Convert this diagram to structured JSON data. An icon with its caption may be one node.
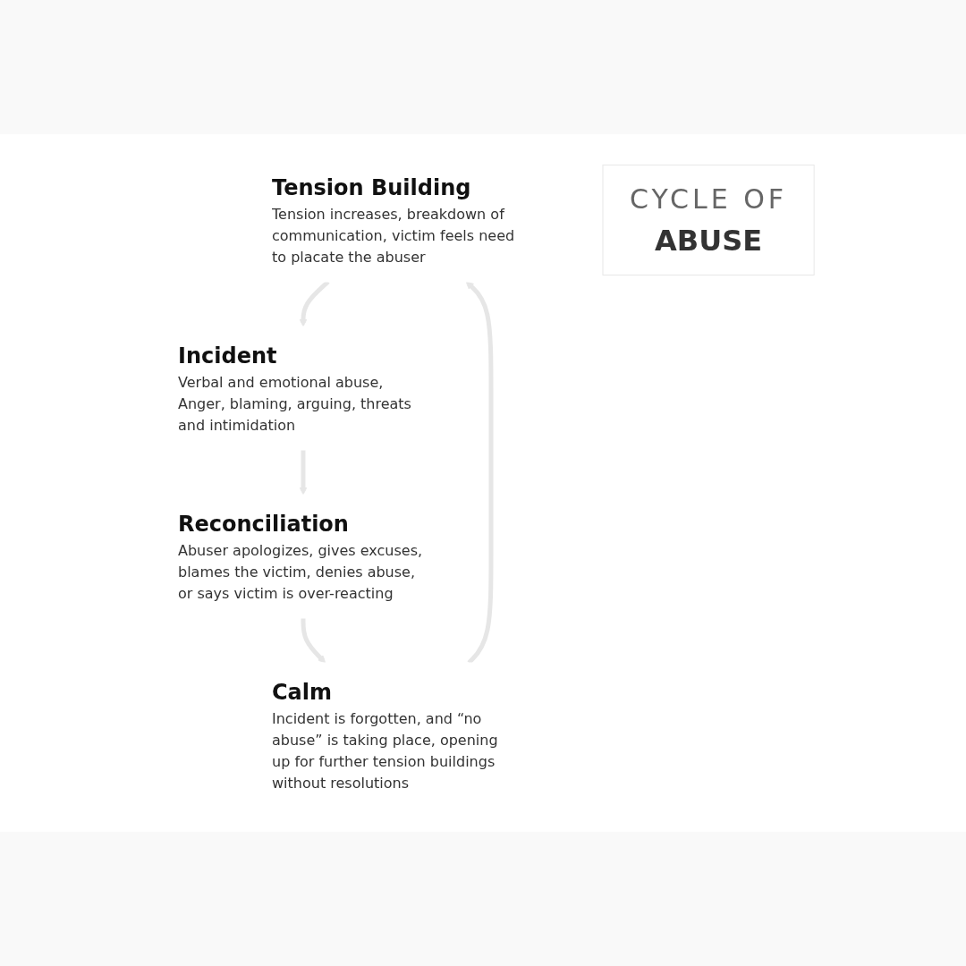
{
  "diagram": {
    "nodes": [
      {
        "text": [
          "Tension Building",
          "Tension increases, breakdown of communication, victim feels need to placate the abuser"
        ]
      },
      {
        "text": [
          "Calm",
          "Incident is forgotten, and “no abuse” is taking place, opening up for further tension buildings without resolutions"
        ]
      },
      {
        "text": [
          "CYCLE OF",
          "ABUSE"
        ]
      },
      {
        "text": [
          "Incident",
          "Verbal and emotional abuse, Anger, blaming, arguing, threats and intimidation"
        ]
      },
      {
        "text": [
          "Reconciliation",
          "Abuser apologizes, gives excuses, blames the victim, denies abuse, or says victim is over-reacting"
        ]
      }
    ],
    "edges": [
      {
        "from": 0,
        "to": 3,
        "arrow": "to"
      },
      {
        "from": 3,
        "to": 4,
        "arrow": "to"
      },
      {
        "from": 4,
        "to": 1,
        "arrow": "to"
      },
      {
        "from": 1,
        "to": 0,
        "arrow": "to"
      }
    ]
  }
}
